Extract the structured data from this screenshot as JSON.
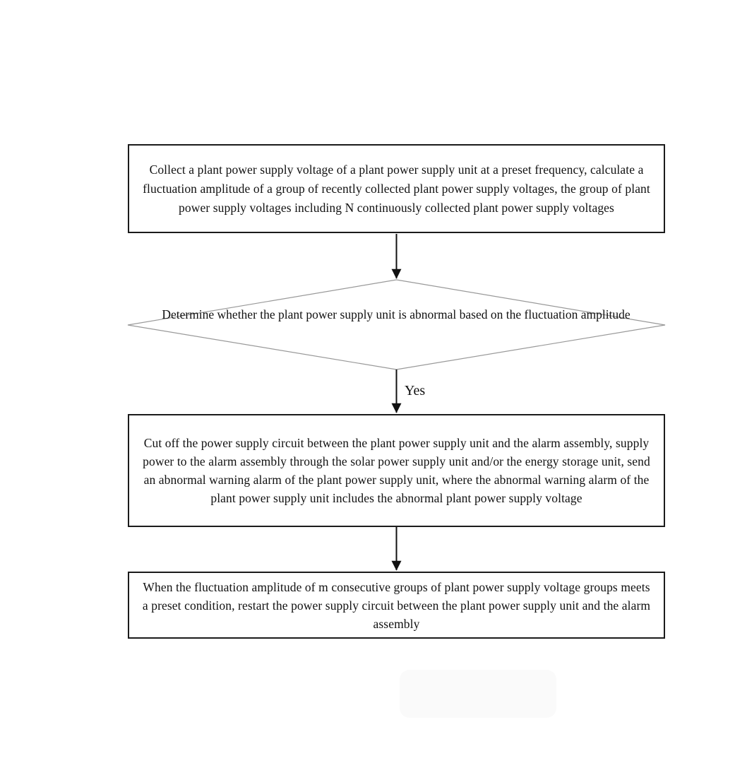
{
  "flowchart": {
    "step1": "Collect a plant power supply voltage of a plant power supply unit at a preset frequency, calculate a fluctuation amplitude of a group of recently collected plant power supply voltages, the group of plant power supply voltages including N continuously collected plant power supply voltages",
    "decision": "Determine whether the plant power supply unit is abnormal based on the fluctuation amplitude",
    "yes_label": "Yes",
    "step2": "Cut off the power supply circuit between the plant power supply unit and the alarm assembly, supply power to the alarm assembly through the solar power supply unit and/or the energy storage unit, send an abnormal warning alarm of the plant power supply unit, where the abnormal warning alarm of the plant power supply unit includes the abnormal plant power supply voltage",
    "step3": "When the fluctuation amplitude of m consecutive groups of plant power supply voltage groups meets a preset condition, restart the power supply circuit between the plant power supply unit and the alarm assembly"
  },
  "colors": {
    "box_border": "#1b1b1b",
    "arrow_line": "#111111",
    "diamond_outline": "#999999",
    "text": "#111111",
    "background": "#ffffff",
    "watermark_patch": "#fafafa"
  }
}
